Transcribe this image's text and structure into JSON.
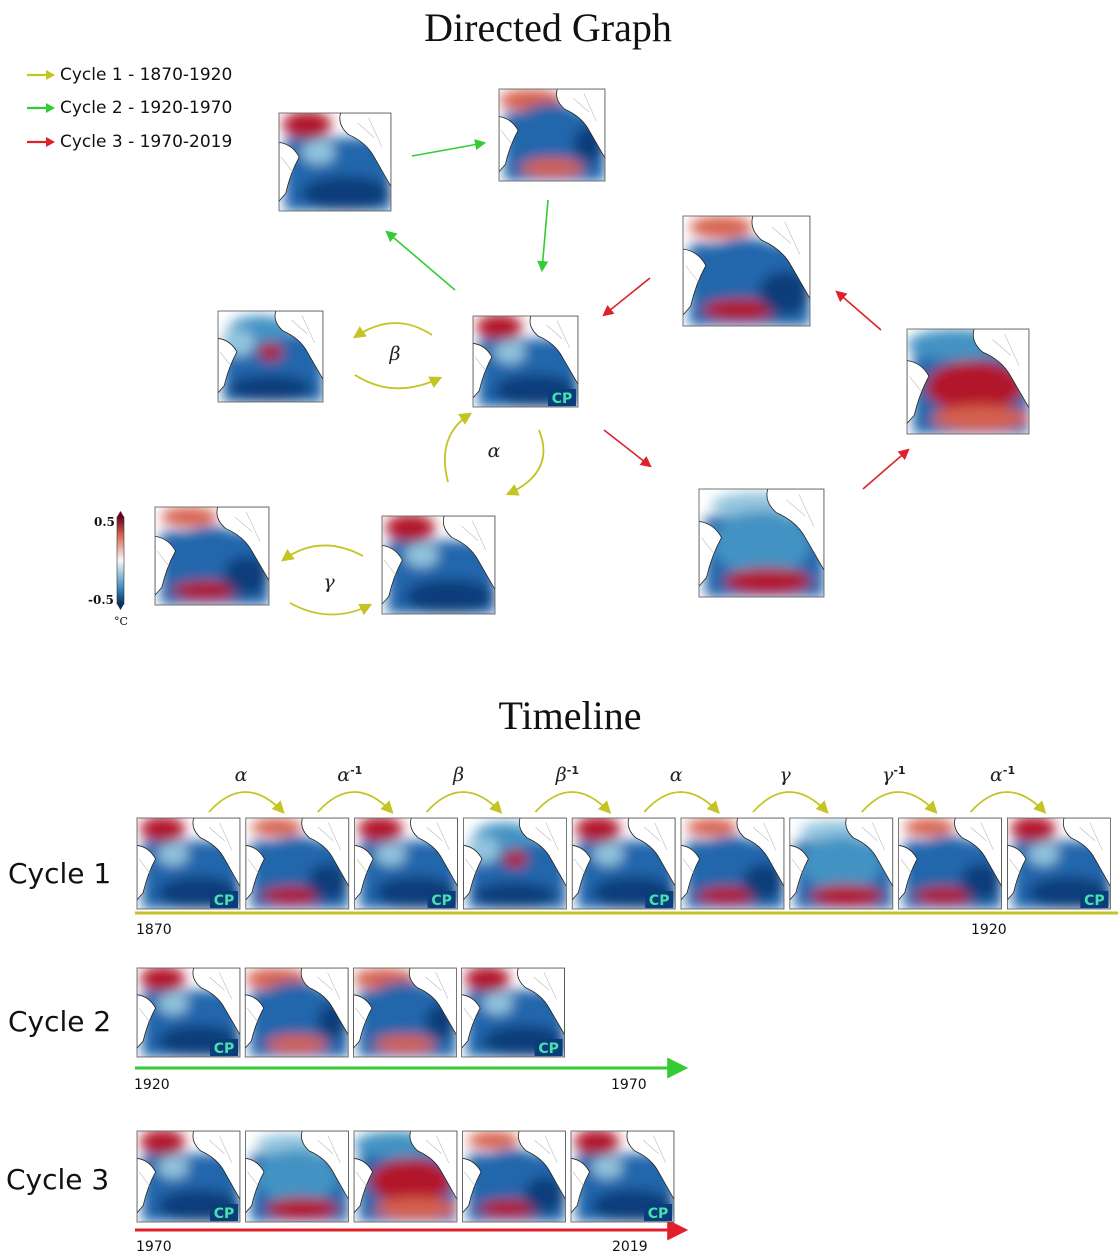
{
  "titles": {
    "graph": "Directed Graph",
    "timeline": "Timeline"
  },
  "colors": {
    "cycle1": "#c4c424",
    "cycle2": "#33cc33",
    "cycle3": "#e0202a",
    "warm": "#b2182b",
    "cool": "#0a3d7a",
    "cp": "#49e0b0"
  },
  "legend": [
    {
      "label": "Cycle 1 - 1870-1920",
      "color": "#c4c424"
    },
    {
      "label": "Cycle 2 - 1920-1970",
      "color": "#33cc33"
    },
    {
      "label": "Cycle 3 - 1970-2019",
      "color": "#e0202a"
    }
  ],
  "colorbar": {
    "max": "0.5",
    "min": "-0.5",
    "unit": "°C"
  },
  "cp_badge": "CP",
  "graph_labels": {
    "alpha": "α",
    "beta": "β",
    "gamma": "γ"
  },
  "timeline": {
    "cycle1": {
      "label": "Cycle 1",
      "start": "1870",
      "end": "1920",
      "transitions": [
        {
          "sym": "α",
          "sup": ""
        },
        {
          "sym": "α",
          "sup": "-1"
        },
        {
          "sym": "β",
          "sup": ""
        },
        {
          "sym": "β",
          "sup": "-1"
        },
        {
          "sym": "α",
          "sup": ""
        },
        {
          "sym": "γ",
          "sup": ""
        },
        {
          "sym": "γ",
          "sup": "-1"
        },
        {
          "sym": "α",
          "sup": "-1"
        }
      ]
    },
    "cycle2": {
      "label": "Cycle 2",
      "start": "1920",
      "end": "1970"
    },
    "cycle3": {
      "label": "Cycle 3",
      "start": "1970",
      "end": "2019"
    }
  }
}
